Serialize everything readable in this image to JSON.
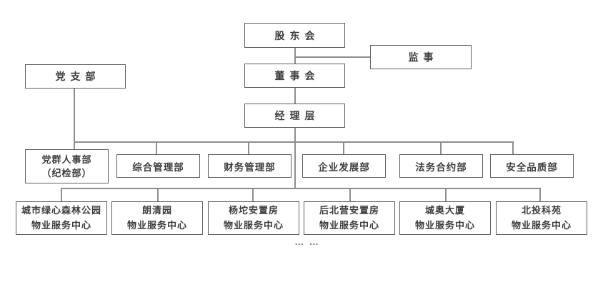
{
  "org_chart": {
    "nodes": {
      "shareholders": "股东会",
      "supervisor": "监事",
      "party_branch": "党支部",
      "board": "董事会",
      "management": "经理层"
    },
    "departments": [
      {
        "line1": "党群人事部",
        "line2": "（纪检部）"
      },
      {
        "line1": "综合管理部"
      },
      {
        "line1": "财务管理部"
      },
      {
        "line1": "企业发展部"
      },
      {
        "line1": "法务合约部"
      },
      {
        "line1": "安全品质部"
      }
    ],
    "service_centers": [
      {
        "line1": "城市绿心森林公园",
        "line2": "物业服务中心"
      },
      {
        "line1": "朗清园",
        "line2": "物业服务中心"
      },
      {
        "line1": "杨坨安置房",
        "line2": "物业服务中心"
      },
      {
        "line1": "后北营安置房",
        "line2": "物业服务中心"
      },
      {
        "line1": "城奥大厦",
        "line2": "物业服务中心"
      },
      {
        "line1": "北投科苑",
        "line2": "物业服务中心"
      }
    ],
    "ellipsis": "… …",
    "colors": {
      "border": "#5f5f5f",
      "line": "#8d8d8d",
      "text": "#3d3d3d",
      "background": "#ffffff"
    }
  }
}
